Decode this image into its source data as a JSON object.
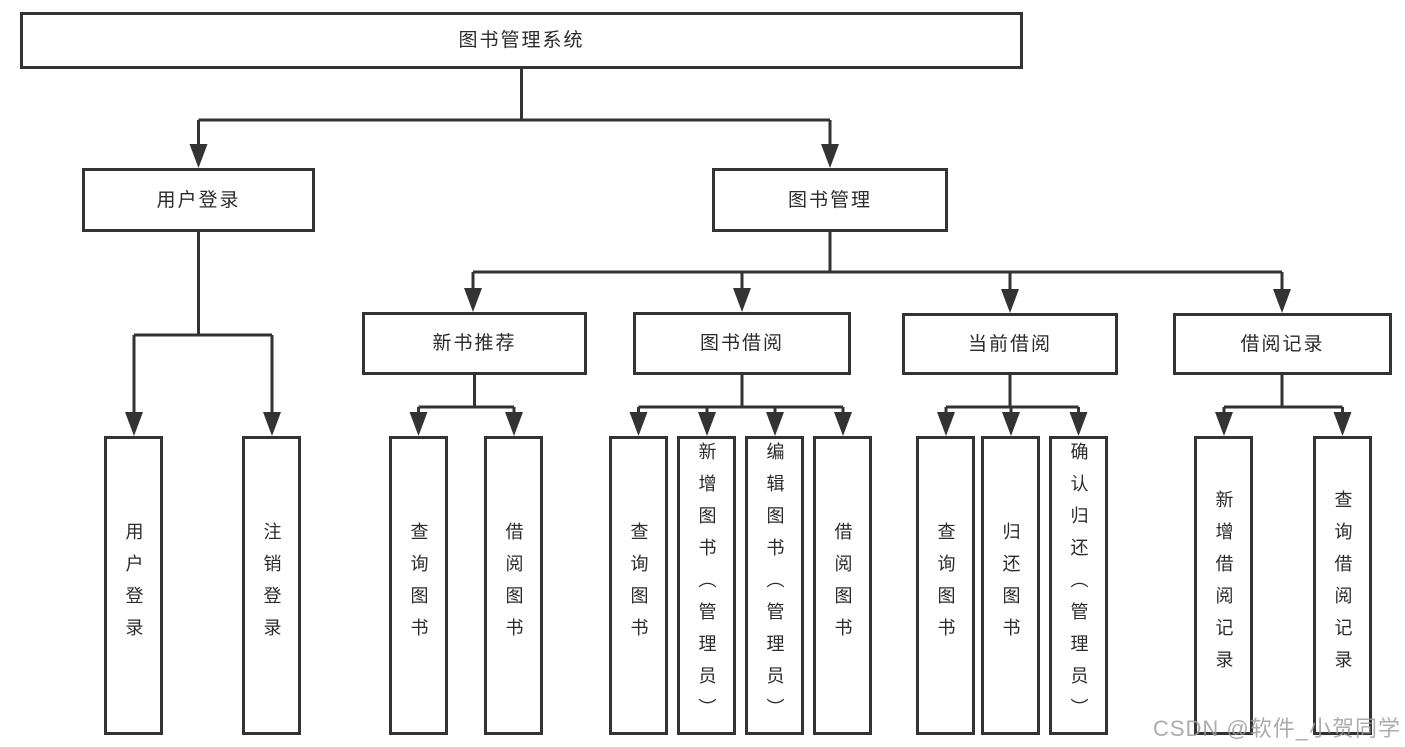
{
  "tree": {
    "root": {
      "label": "图书管理系统"
    },
    "level2": [
      {
        "label": "用户登录"
      },
      {
        "label": "图书管理"
      }
    ],
    "level3": [
      {
        "label": "新书推荐",
        "parent": "图书管理"
      },
      {
        "label": "图书借阅",
        "parent": "图书管理"
      },
      {
        "label": "当前借阅",
        "parent": "图书管理"
      },
      {
        "label": "借阅记录",
        "parent": "图书管理"
      }
    ],
    "leaves": [
      {
        "label": "用户登录",
        "parent": "用户登录"
      },
      {
        "label": "注销登录",
        "parent": "用户登录"
      },
      {
        "label": "查询图书",
        "parent": "新书推荐"
      },
      {
        "label": "借阅图书",
        "parent": "新书推荐"
      },
      {
        "label": "查询图书",
        "parent": "图书借阅"
      },
      {
        "label": "新增图书（管理员）",
        "parent": "图书借阅"
      },
      {
        "label": "编辑图书（管理员）",
        "parent": "图书借阅"
      },
      {
        "label": "借阅图书",
        "parent": "图书借阅"
      },
      {
        "label": "查询图书",
        "parent": "当前借阅"
      },
      {
        "label": "归还图书",
        "parent": "当前借阅"
      },
      {
        "label": "确认归还（管理员）",
        "parent": "当前借阅"
      },
      {
        "label": "新增借阅记录",
        "parent": "借阅记录"
      },
      {
        "label": "查询借阅记录",
        "parent": "借阅记录"
      }
    ]
  },
  "watermark": "CSDN @软件_小贺同学",
  "colors": {
    "line": "#333333",
    "text": "#2b2b2b",
    "background": "#ffffff",
    "watermark": "#9e9e9e"
  }
}
